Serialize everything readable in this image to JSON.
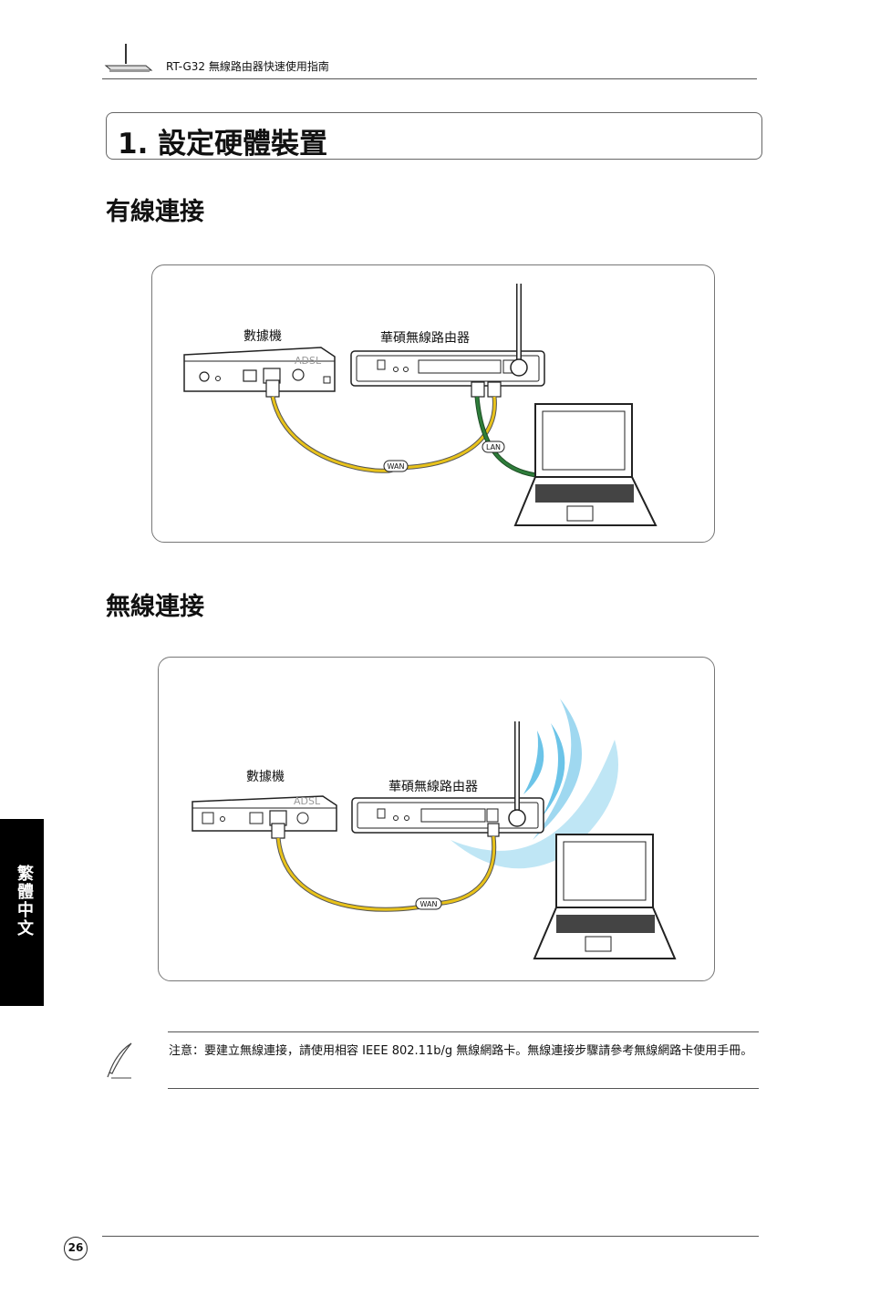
{
  "header": {
    "text": "RT-G32 無線路由器快速使用指南"
  },
  "chapter": {
    "title": "1. 設定硬體裝置"
  },
  "wired_section": {
    "title": "有線連接",
    "modem_label": "數據機",
    "router_label": "華碩無線路由器",
    "wan_tag": "WAN",
    "lan_tag": "LAN",
    "modem_brand": "ADSL"
  },
  "wireless_section": {
    "title": "無線連接",
    "modem_label": "數據機",
    "router_label": "華碩無線路由器",
    "wan_tag": "WAN",
    "modem_brand": "ADSL"
  },
  "side_tab": {
    "text": "繁體中文"
  },
  "note": {
    "text": "注意：要建立無線連接，請使用相容 IEEE 802.11b/g 無線網路卡。無線連接步驟請參考無線網路卡使用手冊。"
  },
  "footer": {
    "page_number": "26"
  },
  "colors": {
    "wan_cable": "#e8c21a",
    "lan_cable": "#2e7d3a",
    "wifi_waves": "#9fd8f0",
    "side_tab_bg": "#000000"
  }
}
